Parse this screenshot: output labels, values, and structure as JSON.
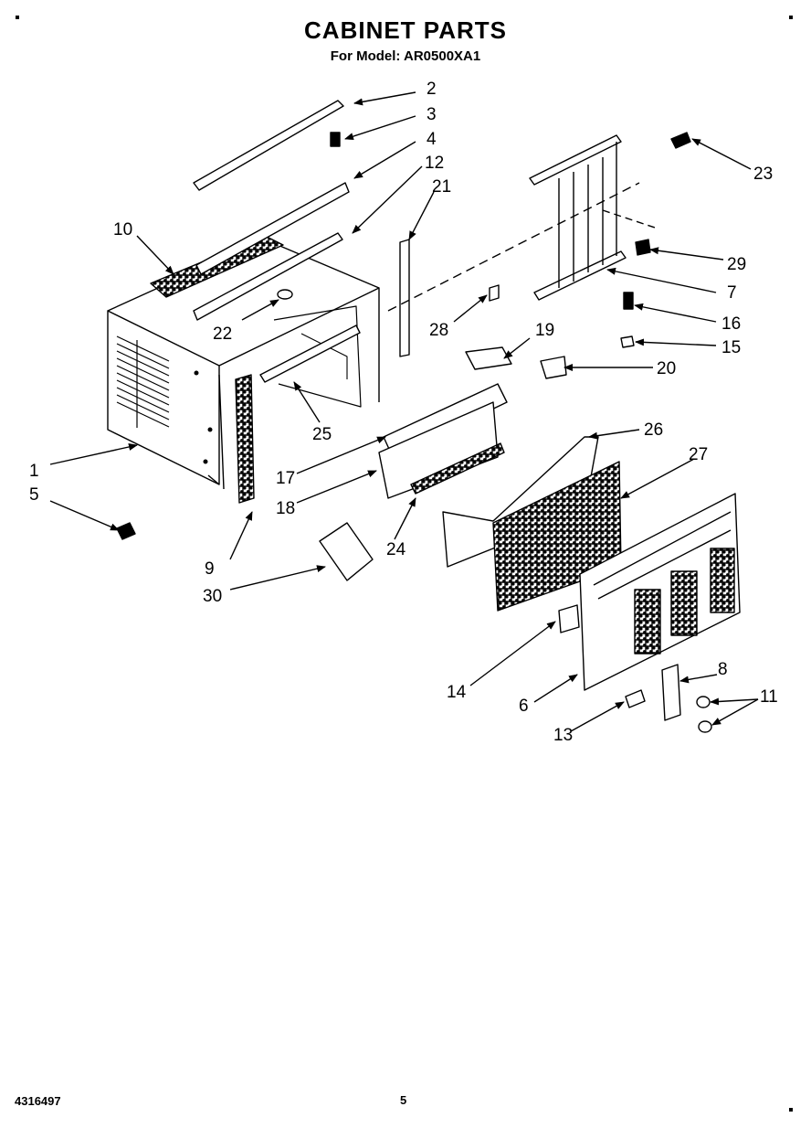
{
  "header": {
    "title": "CABINET PARTS",
    "subtitle": "For Model: AR0500XA1"
  },
  "footer": {
    "part_number": "4316497",
    "page_number": "5"
  },
  "callouts": {
    "c1": "1",
    "c2": "2",
    "c3": "3",
    "c4": "4",
    "c5": "5",
    "c6": "6",
    "c7": "7",
    "c8": "8",
    "c9": "9",
    "c10": "10",
    "c11": "11",
    "c12": "12",
    "c13": "13",
    "c14": "14",
    "c15": "15",
    "c16": "16",
    "c17": "17",
    "c18": "18",
    "c19": "19",
    "c20": "20",
    "c21": "21",
    "c22": "22",
    "c23": "23",
    "c24": "24",
    "c25": "25",
    "c26": "26",
    "c27": "27",
    "c28": "28",
    "c29": "29",
    "c30": "30"
  }
}
